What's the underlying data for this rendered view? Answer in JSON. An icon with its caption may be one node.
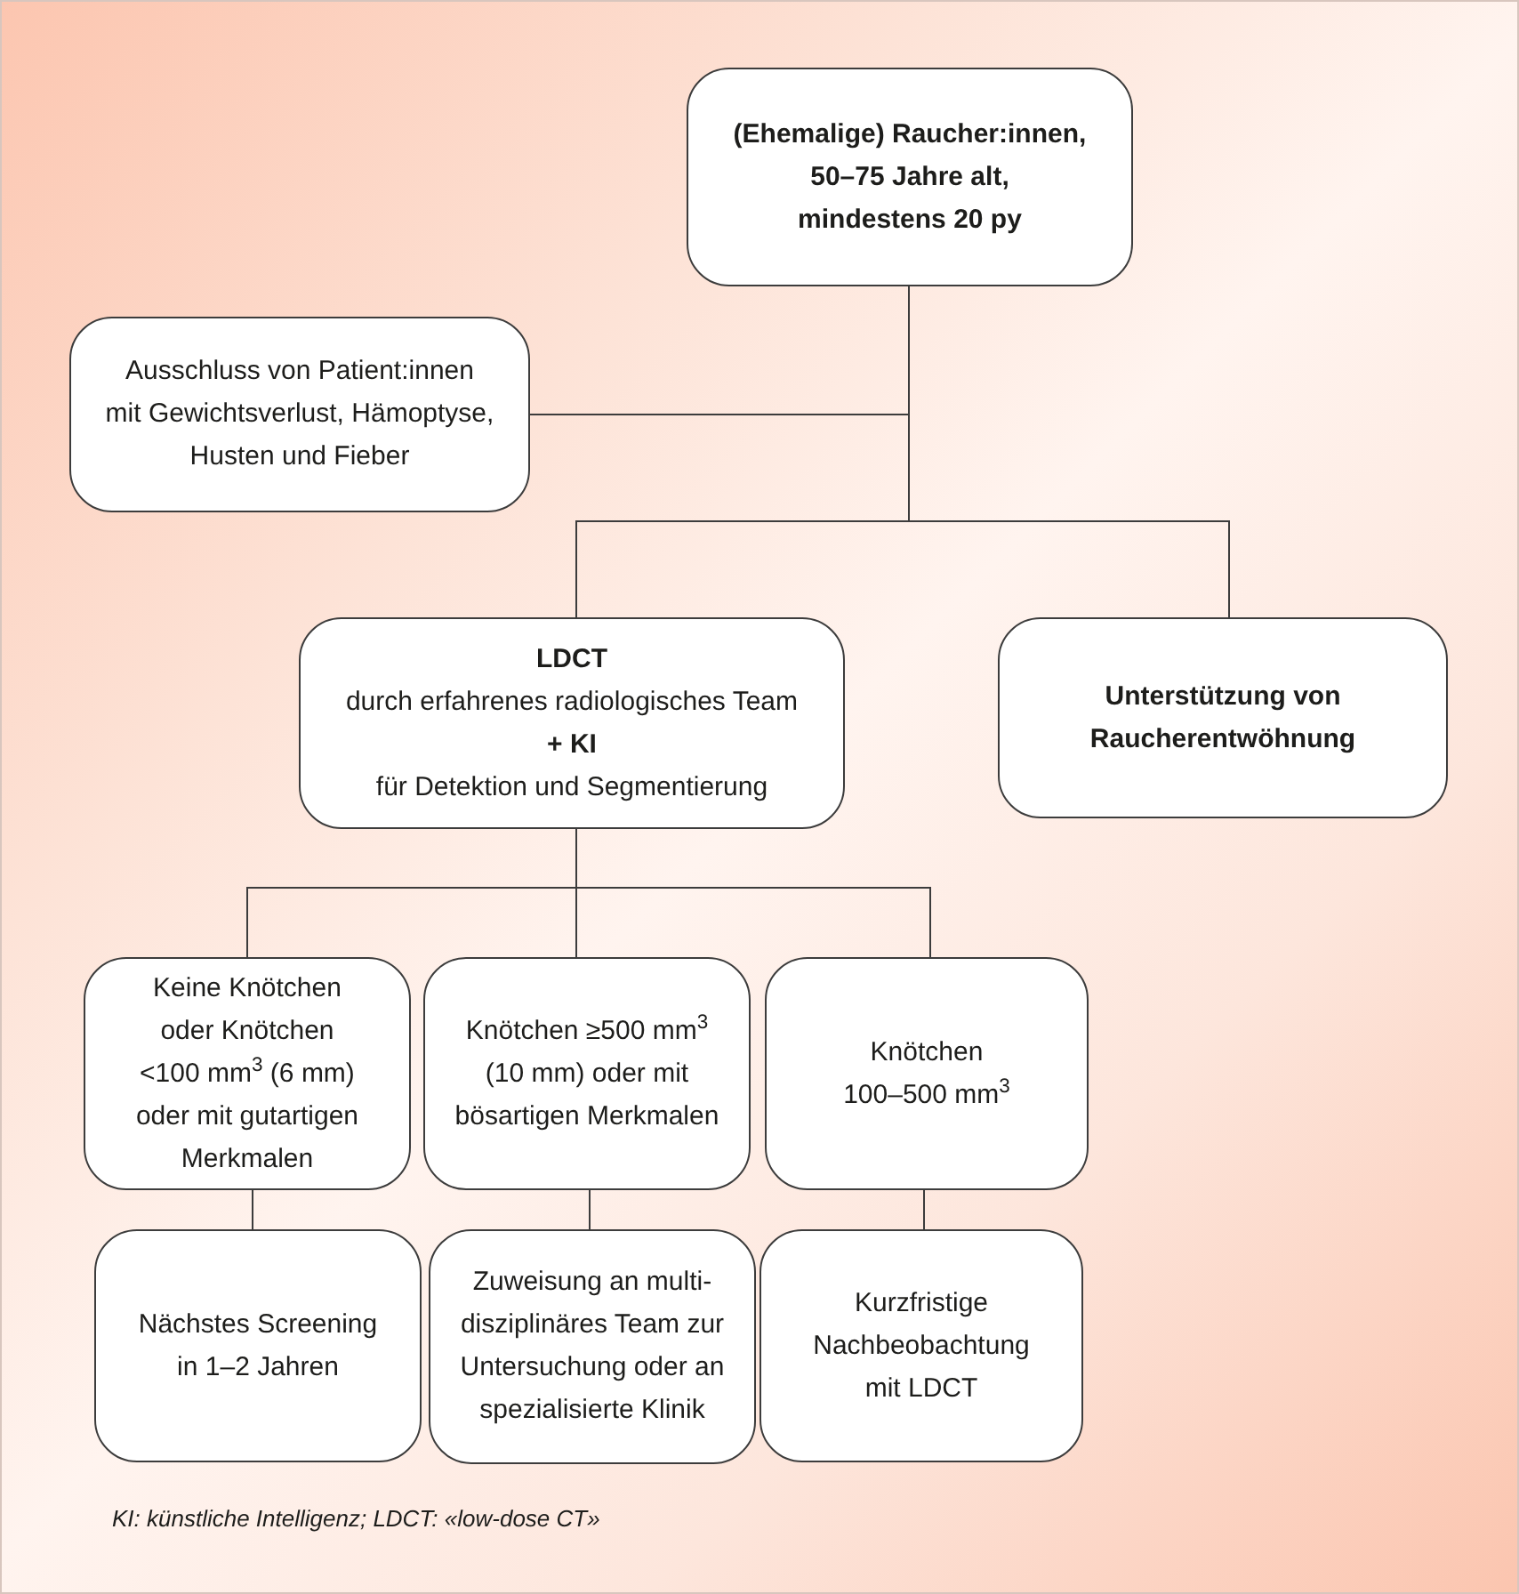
{
  "diagram": {
    "caption": "KI: künstliche Intelligenz; LDCT: «low-dose CT»",
    "nodes": [
      {
        "text": [
          "(Ehemalige) Raucher:innen, 50–75 Jahre alt, mindestens 20 py"
        ]
      },
      {
        "text": [
          "Ausschluss von Patient:innen mit Gewichtsverlust, Hämoptyse, Husten und Fieber"
        ]
      },
      {
        "text": [
          "LDCT",
          "durch erfahrenes radiologisches Team",
          "+ KI",
          "für Detektion und Segmentierung"
        ]
      },
      {
        "text": [
          "Unterstützung von Raucherentwöhnung"
        ]
      },
      {
        "text": [
          "Keine Knötchen oder Knötchen <100 mm$^{3}$ (6 mm) oder mit gutartigen Merkmalen"
        ]
      },
      {
        "text": [
          "Knötchen ≥500 mm$^{3}$ (10 mm) oder mit bösartigen Merkmalen"
        ]
      },
      {
        "text": [
          "Knötchen 100–500 mm$^{3}$"
        ]
      },
      {
        "text": [
          "Nächstes Screening in 1–2 Jahren"
        ]
      },
      {
        "text": [
          "Zuweisung an multi-disziplinäres Team zur Untersuchung oder an spezialisierte Klinik"
        ]
      },
      {
        "text": [
          "Kurzfristige Nachbeobachtung mit LDCT"
        ]
      }
    ],
    "edges": [
      {
        "from": 0,
        "to": 1,
        "arrow": "none"
      },
      {
        "from": 0,
        "to": 2,
        "arrow": "none"
      },
      {
        "from": 0,
        "to": 3,
        "arrow": "none"
      },
      {
        "from": 2,
        "to": 4,
        "arrow": "none"
      },
      {
        "from": 2,
        "to": 5,
        "arrow": "none"
      },
      {
        "from": 2,
        "to": 6,
        "arrow": "none"
      },
      {
        "from": 4,
        "to": 7,
        "arrow": "none"
      },
      {
        "from": 5,
        "to": 8,
        "arrow": "none"
      },
      {
        "from": 6,
        "to": 9,
        "arrow": "none"
      }
    ]
  }
}
